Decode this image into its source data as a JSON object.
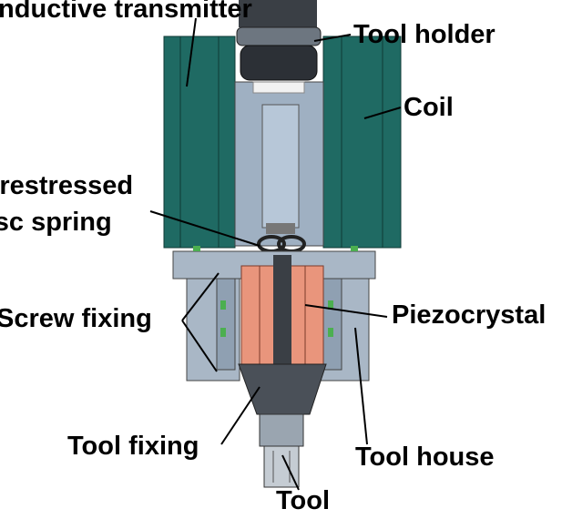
{
  "labels": {
    "inductive_transmitter": "Inductive transmitter",
    "tool_holder": "Tool holder",
    "coil": "Coil",
    "prestressed_1": "Prestressed",
    "prestressed_2": "disc spring",
    "screw_fixing": "Screw fixing",
    "piezocrystal": "Piezocrystal",
    "tool_fixing": "Tool fixing",
    "tool_house": "Tool house",
    "tool": "Tool"
  },
  "colors": {
    "coil": "#1f6a63",
    "housing": "#a9b7c6",
    "piezo": "#e9957c",
    "shaft": "#b7c7d8",
    "dark": "#3a3f45"
  }
}
